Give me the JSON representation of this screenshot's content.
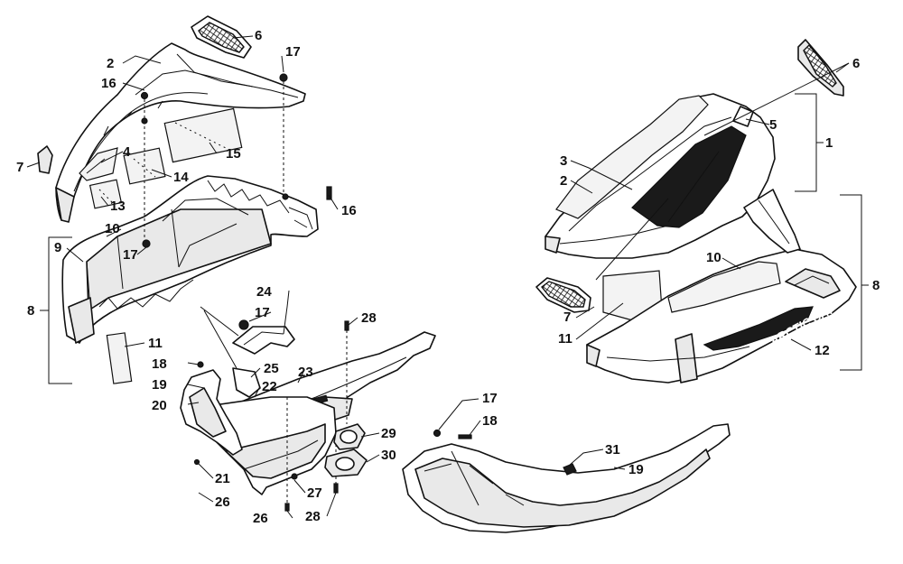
{
  "brand_text": "ARCTIC CAT",
  "callouts": [
    {
      "id": "c1",
      "text": "1"
    },
    {
      "id": "c2a",
      "text": "2"
    },
    {
      "id": "c2b",
      "text": "2"
    },
    {
      "id": "c3",
      "text": "3"
    },
    {
      "id": "c4",
      "text": "4"
    },
    {
      "id": "c5",
      "text": "5"
    },
    {
      "id": "c6a",
      "text": "6"
    },
    {
      "id": "c6b",
      "text": "6"
    },
    {
      "id": "c7a",
      "text": "7"
    },
    {
      "id": "c7b",
      "text": "7"
    },
    {
      "id": "c8a",
      "text": "8"
    },
    {
      "id": "c8b",
      "text": "8"
    },
    {
      "id": "c9",
      "text": "9"
    },
    {
      "id": "c10a",
      "text": "10"
    },
    {
      "id": "c10b",
      "text": "10"
    },
    {
      "id": "c11a",
      "text": "11"
    },
    {
      "id": "c11b",
      "text": "11"
    },
    {
      "id": "c12",
      "text": "12"
    },
    {
      "id": "c13",
      "text": "13"
    },
    {
      "id": "c14",
      "text": "14"
    },
    {
      "id": "c15",
      "text": "15"
    },
    {
      "id": "c16a",
      "text": "16"
    },
    {
      "id": "c16b",
      "text": "16"
    },
    {
      "id": "c17a",
      "text": "17"
    },
    {
      "id": "c17b",
      "text": "17"
    },
    {
      "id": "c17c",
      "text": "17"
    },
    {
      "id": "c17d",
      "text": "17"
    },
    {
      "id": "c18a",
      "text": "18"
    },
    {
      "id": "c18b",
      "text": "18"
    },
    {
      "id": "c19a",
      "text": "19"
    },
    {
      "id": "c19b",
      "text": "19"
    },
    {
      "id": "c20",
      "text": "20"
    },
    {
      "id": "c21",
      "text": "21"
    },
    {
      "id": "c22",
      "text": "22"
    },
    {
      "id": "c23",
      "text": "23"
    },
    {
      "id": "c24",
      "text": "24"
    },
    {
      "id": "c25",
      "text": "25"
    },
    {
      "id": "c26a",
      "text": "26"
    },
    {
      "id": "c26b",
      "text": "26"
    },
    {
      "id": "c27",
      "text": "27"
    },
    {
      "id": "c28a",
      "text": "28"
    },
    {
      "id": "c28b",
      "text": "28"
    },
    {
      "id": "c29",
      "text": "29"
    },
    {
      "id": "c30",
      "text": "30"
    },
    {
      "id": "c31",
      "text": "31"
    }
  ]
}
